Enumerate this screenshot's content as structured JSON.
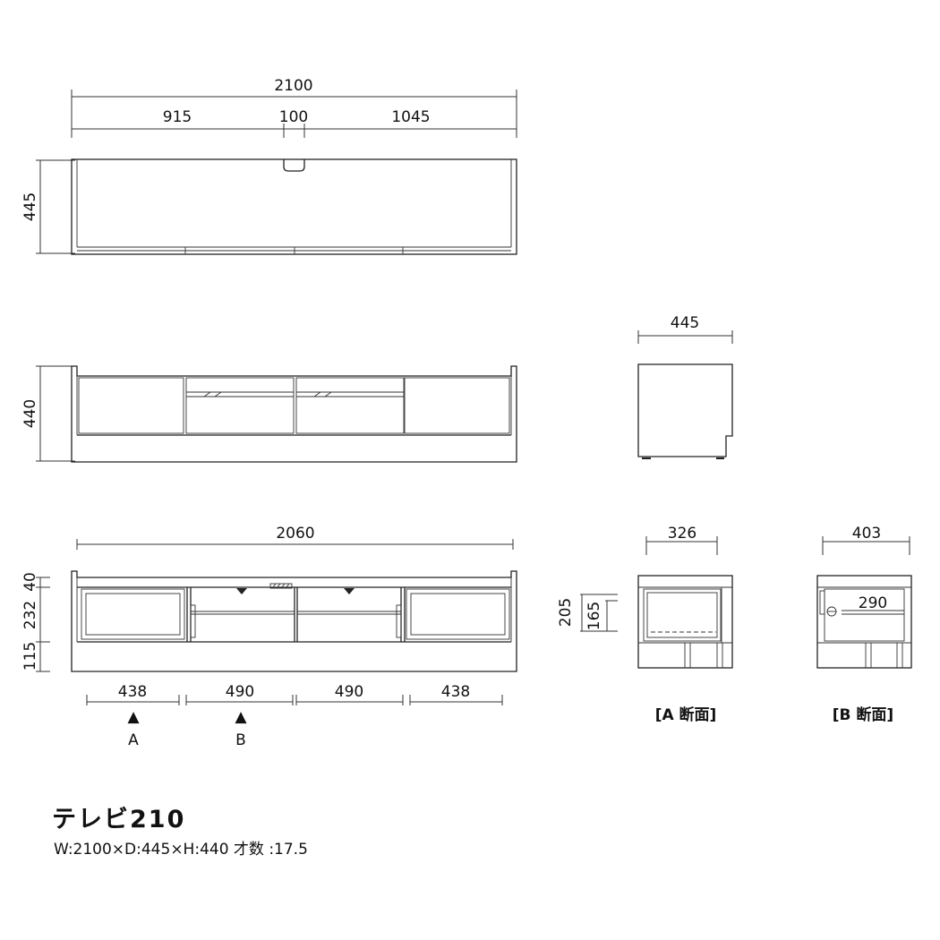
{
  "product": {
    "name": "テレビ210",
    "spec": "W:2100×D:445×H:440  才数 :17.5"
  },
  "top_view": {
    "overall_width": "2100",
    "left_segment": "915",
    "cable_hole": "100",
    "right_segment": "1045",
    "depth": "445"
  },
  "front_view": {
    "height": "440"
  },
  "side_view": {
    "depth": "445"
  },
  "inner_view": {
    "inner_width": "2060",
    "top_board": "40",
    "opening": "232",
    "plinth": "115",
    "compartments": [
      "438",
      "490",
      "490",
      "438"
    ],
    "markers": [
      {
        "symbol": "▲",
        "label": "A"
      },
      {
        "symbol": "▲",
        "label": "B"
      }
    ]
  },
  "section_a": {
    "width": "326",
    "outer_height": "205",
    "inner_height": "165",
    "caption": "[A 断面]"
  },
  "section_b": {
    "width": "403",
    "drawer_width": "290",
    "caption": "[B 断面]"
  }
}
